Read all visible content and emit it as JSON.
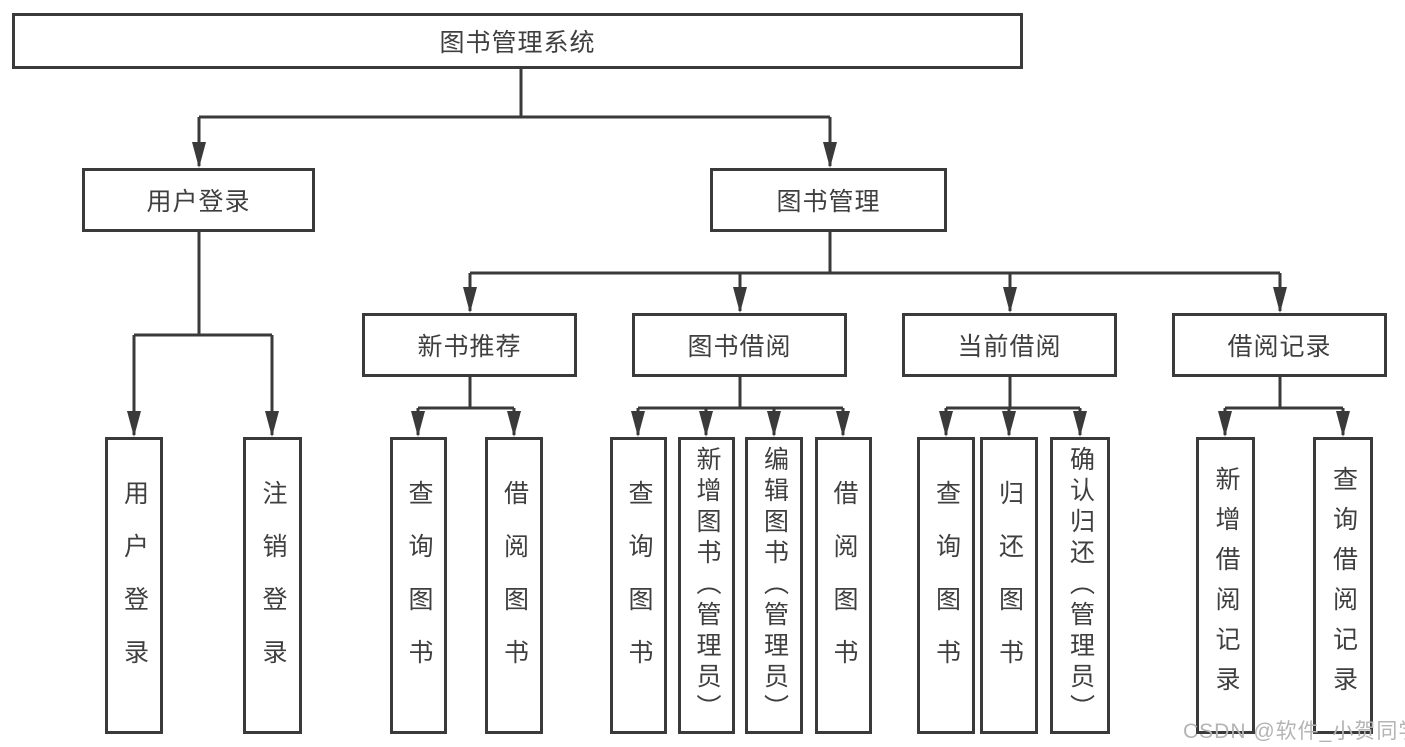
{
  "diagram": {
    "type": "hierarchy",
    "title": "图书管理系统",
    "level2": {
      "user_login": "用户登录",
      "book_management": "图书管理"
    },
    "level3": {
      "new_book_recommend": "新书推荐",
      "book_borrow": "图书借阅",
      "current_borrow": "当前借阅",
      "borrow_records": "借阅记录"
    },
    "leaves": {
      "user_login_leaf": "用户登录",
      "logout_leaf": "注销登录",
      "rec_query_books": "查询图书",
      "rec_borrow_books": "借阅图书",
      "borrow_query_books": "查询图书",
      "borrow_add_books_admin": "新增图书（管理员）",
      "borrow_edit_books_admin": "编辑图书（管理员）",
      "borrow_borrow_books": "借阅图书",
      "current_query_books": "查询图书",
      "current_return_books": "归还图书",
      "current_confirm_return_admin": "确认归还（管理员）",
      "records_add_record": "新增借阅记录",
      "records_query_record": "查询借阅记录"
    },
    "hierarchy": [
      {
        "parent": "图书管理系统",
        "children": [
          "用户登录",
          "图书管理"
        ]
      },
      {
        "parent": "用户登录",
        "children": [
          "用户登录",
          "注销登录"
        ]
      },
      {
        "parent": "图书管理",
        "children": [
          "新书推荐",
          "图书借阅",
          "当前借阅",
          "借阅记录"
        ]
      },
      {
        "parent": "新书推荐",
        "children": [
          "查询图书",
          "借阅图书"
        ]
      },
      {
        "parent": "图书借阅",
        "children": [
          "查询图书",
          "新增图书（管理员）",
          "编辑图书（管理员）",
          "借阅图书"
        ]
      },
      {
        "parent": "当前借阅",
        "children": [
          "查询图书",
          "归还图书",
          "确认归还（管理员）"
        ]
      },
      {
        "parent": "借阅记录",
        "children": [
          "新增借阅记录",
          "查询借阅记录"
        ]
      }
    ]
  },
  "watermark": "CSDN @软件_小贺同学",
  "colors": {
    "line": "#3a3a3a",
    "text": "#3f3f3f",
    "watermark": "#b4b4b4",
    "background": "#ffffff"
  }
}
